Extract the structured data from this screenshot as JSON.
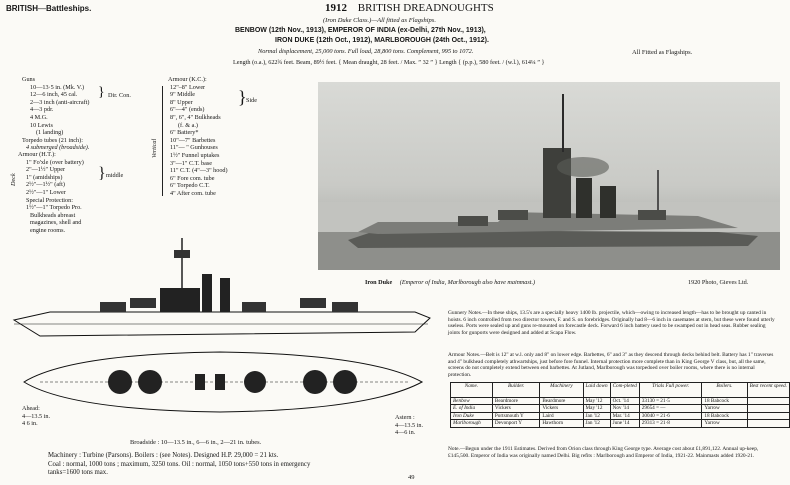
{
  "header": {
    "left_bold": "BRITISH",
    "left_sep": "—",
    "left_rest": "Battleships.",
    "center_year": "1912",
    "center_title": "BRITISH DREADNOUGHTS",
    "subtitle": "(Iron Duke Class.)—All fitted as Flagships.",
    "names_line1": "BENBOW (12th Nov., 1913), EMPEROR OF INDIA (ex-Delhi, 27th Nov., 1913),",
    "names_line2": "IRON DUKE (12th Oct., 1912), MARLBOROUGH (24th Oct., 1912).",
    "displacement": "Normal displacement, 25,000 tons. Full load, 28,800 tons. Complement, 995 to 1072.",
    "length_line": "Length (o.a.), 622¾ feet. Beam, 89½ feet. { Mean draught, 28 feet. / Max. ” 32 ” } Length { (p.p.), 580 feet. / (w.l.), 614¼ ” }",
    "flagships": "All Fitted as Flagships."
  },
  "guns": {
    "title": "Guns",
    "lines": [
      "10—13·5 in. (Mk. V.)",
      "12—6 inch, 45 cal.",
      "2—3 inch (anti-aircraft)",
      "4—3 pdr.",
      "4 M.G.",
      "10 Lewis",
      "(1 landing)",
      "Torpedo tubes (21 inch):",
      "4 submerged (broadside)."
    ],
    "dircon": "Dir. Con."
  },
  "armour_ht": {
    "title": "Armour (H.T.):",
    "lines": [
      "1\" Fo'xle (over battery)",
      "2\"—1½\" Upper",
      "1\" (amidships)",
      "2½\"—1½\" (aft)",
      "2½\"—1\" Lower",
      "Special Protection:",
      "1½\"—1\" Torpedo Pro.",
      "Bulkheads abreast",
      "magazines, shell and",
      "engine rooms."
    ],
    "middle": "middle",
    "deck": "Deck"
  },
  "armour_kc": {
    "title": "Armour (K.C.):",
    "lines": [
      "12\"–8\" Lower",
      "9\" Middle",
      "8\" Upper",
      "6\"—4\" (ends)",
      "8\", 6\", 4\" Bulkheads",
      "(f. & a.)",
      "6\" Battery*",
      "10\"—7\" Barbettes",
      "11\"—  \" Gunhouses",
      "1½\" Funnel uptakes",
      "3\"—1\" C.T. base",
      "11\" C.T. (4\"—3\" hood)",
      "6\" Fore com. tube",
      "6\" Torpedo C.T.",
      "4\" After com. tube"
    ],
    "side": "Side",
    "vertical": "Vertical"
  },
  "photo": {
    "caption_name": "Iron Duke",
    "caption_note": "(Emperor of India, Marlborough also have mainmast.)",
    "credit": "1920 Photo, Gieves Ltd."
  },
  "plans": {
    "ahead_label": "Ahead:",
    "ahead_lines": [
      "4—13.5 in.",
      "4   6 in."
    ],
    "astern_label": "Astern :",
    "astern_lines": [
      "4—13.5 in.",
      "4—6 in."
    ],
    "broadside": "Broadside : 10—13.5 in., 6—6 in., 2—21 in. tubes."
  },
  "machinery": {
    "line1": "Machinery : Turbine (Parsons). Boilers : (see Notes). Designed H.P. 29,000 = 21 kts.",
    "line2": "Coal : normal, 1000 tons ; maximum, 3250 tons. Oil : normal, 1050 tons+550 tons in emergency",
    "line3": "tanks=1600 tons max."
  },
  "notes": {
    "gunnery": "Gunnery Notes.—In these ships, 13.5's are a specially heavy 1400 lb. projectile, which—owing to increased length—has to be brought up canted in hoists. 6 inch controlled from two director towers, F. and S. on forebridges. Originally had 8—6 inch in casemates at stern, but these were found utterly useless. Ports were sealed up and guns re-mounted on forecastle deck. Forward 6 inch battery used to be swamped out in head seas. Rubber sealing joints for gunports were designed and added at Scapa Flow.",
    "armour": "Armour Notes.—Belt is 12\" at w.l. only and 8\" on lower edge. Barbettes, 6\" and 3\" as they descend through decks behind belt. Battery has 1\" traverses and 4\" bulkhead completely athwartships, just before fore funnel. Internal protection more complete than in King George V class, but, all the same, screens do not completely extend between end barbettes. At Jutland, Marlborough was torpedoed over boiler rooms, where there is no internal protection.",
    "general": "Note.—Begun under the 1911 Estimates. Derived from Orion class through King George type. Average cost about £1,891,122. Annual up-keep, £145,500. Emperor of India was originally named Delhi. Big refits : Marlborough and Emperor of India, 1921-22. Mainmasts added 1920-21."
  },
  "table": {
    "headers": [
      "Name.",
      "Builder.",
      "Machinery",
      "Laid down",
      "Com-pleted",
      "Trials Full power.",
      "Boilers.",
      "Best recent speed."
    ],
    "rows": [
      [
        "Benbow",
        "Beardmore",
        "Beardmore",
        "May '12",
        "Oct. '14",
        "33130 = 21·5",
        "18 Babcock",
        ""
      ],
      [
        "E. of India",
        "Vickers",
        "Vickers",
        "May '12",
        "Nov '14",
        "29654 = —",
        "Yarrow",
        ""
      ],
      [
        "Iron Duke",
        "Portsmouth Y",
        "Laird",
        "Jan '12",
        "Mar. '14",
        "30040 = 21·6",
        "18 Babcock",
        ""
      ],
      [
        "Marlborough",
        "Devonport Y",
        "Hawthorn",
        "Jan '12",
        "June '14",
        "29313 = 21·8",
        "Yarrow",
        ""
      ]
    ]
  },
  "page_number": "49"
}
